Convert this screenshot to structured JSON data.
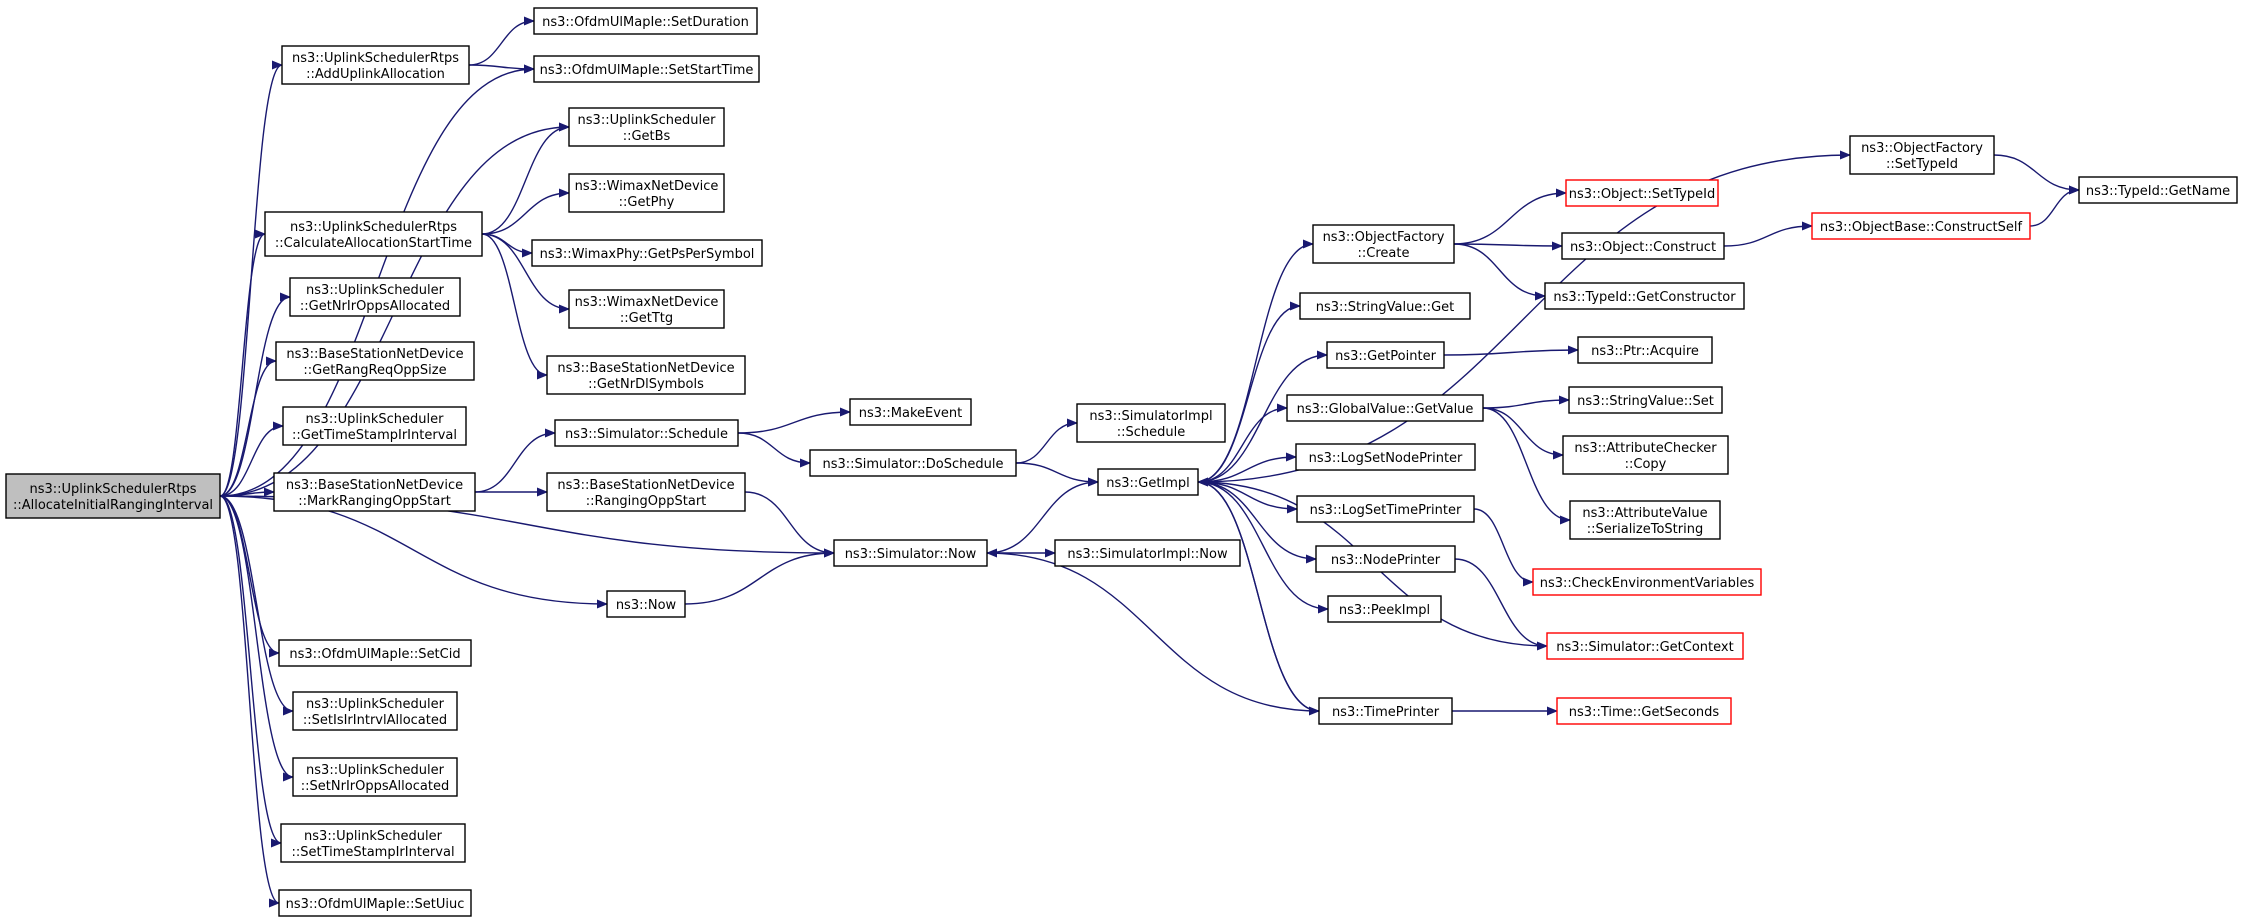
{
  "colors": {
    "edge": "#191970",
    "root_fill": "#bfbfbf",
    "red_border": "#ff0000"
  },
  "nodes": [
    {
      "id": "root",
      "lines": [
        "ns3::UplinkSchedulerRtps",
        "::AllocateInitialRangingInterval"
      ],
      "root": true
    },
    {
      "id": "addUplink",
      "lines": [
        "ns3::UplinkSchedulerRtps",
        "::AddUplinkAllocation"
      ]
    },
    {
      "id": "setDuration",
      "lines": [
        "ns3::OfdmUlMapIe::SetDuration"
      ]
    },
    {
      "id": "setStartTime",
      "lines": [
        "ns3::OfdmUlMapIe::SetStartTime"
      ]
    },
    {
      "id": "getBs",
      "lines": [
        "ns3::UplinkScheduler",
        "::GetBs"
      ]
    },
    {
      "id": "calcAlloc",
      "lines": [
        "ns3::UplinkSchedulerRtps",
        "::CalculateAllocationStartTime"
      ]
    },
    {
      "id": "getPhy",
      "lines": [
        "ns3::WimaxNetDevice",
        "::GetPhy"
      ]
    },
    {
      "id": "getPsPerSymbol",
      "lines": [
        "ns3::WimaxPhy::GetPsPerSymbol"
      ]
    },
    {
      "id": "getTtg",
      "lines": [
        "ns3::WimaxNetDevice",
        "::GetTtg"
      ]
    },
    {
      "id": "getNrDlSymbols",
      "lines": [
        "ns3::BaseStationNetDevice",
        "::GetNrDlSymbols"
      ]
    },
    {
      "id": "getNrIrOpps",
      "lines": [
        "ns3::UplinkScheduler",
        "::GetNrIrOppsAllocated"
      ]
    },
    {
      "id": "getRangReq",
      "lines": [
        "ns3::BaseStationNetDevice",
        "::GetRangReqOppSize"
      ]
    },
    {
      "id": "getTimeStamp",
      "lines": [
        "ns3::UplinkScheduler",
        "::GetTimeStampIrInterval"
      ]
    },
    {
      "id": "markRanging",
      "lines": [
        "ns3::BaseStationNetDevice",
        "::MarkRangingOppStart"
      ]
    },
    {
      "id": "schedule",
      "lines": [
        "ns3::Simulator::Schedule"
      ]
    },
    {
      "id": "rangingOpp",
      "lines": [
        "ns3::BaseStationNetDevice",
        "::RangingOppStart"
      ]
    },
    {
      "id": "makeEvent",
      "lines": [
        "ns3::MakeEvent"
      ]
    },
    {
      "id": "doSchedule",
      "lines": [
        "ns3::Simulator::DoSchedule"
      ]
    },
    {
      "id": "implSchedule",
      "lines": [
        "ns3::SimulatorImpl",
        "::Schedule"
      ]
    },
    {
      "id": "getImpl",
      "lines": [
        "ns3::GetImpl"
      ]
    },
    {
      "id": "simNow",
      "lines": [
        "ns3::Simulator::Now"
      ]
    },
    {
      "id": "implNow",
      "lines": [
        "ns3::SimulatorImpl::Now"
      ]
    },
    {
      "id": "ns3Now",
      "lines": [
        "ns3::Now"
      ]
    },
    {
      "id": "setCid",
      "lines": [
        "ns3::OfdmUlMapIe::SetCid"
      ]
    },
    {
      "id": "setIsIr",
      "lines": [
        "ns3::UplinkScheduler",
        "::SetIsIrIntrvlAllocated"
      ]
    },
    {
      "id": "setNrIrOpps",
      "lines": [
        "ns3::UplinkScheduler",
        "::SetNrIrOppsAllocated"
      ]
    },
    {
      "id": "setTimeStamp",
      "lines": [
        "ns3::UplinkScheduler",
        "::SetTimeStampIrInterval"
      ]
    },
    {
      "id": "setUiuc",
      "lines": [
        "ns3::OfdmUlMapIe::SetUiuc"
      ]
    },
    {
      "id": "ofCreate",
      "lines": [
        "ns3::ObjectFactory",
        "::Create"
      ]
    },
    {
      "id": "ofSetTypeId",
      "lines": [
        "ns3::ObjectFactory",
        "::SetTypeId"
      ]
    },
    {
      "id": "typeIdGetName",
      "lines": [
        "ns3::TypeId::GetName"
      ]
    },
    {
      "id": "objSetTypeId",
      "lines": [
        "ns3::Object::SetTypeId"
      ],
      "red": true
    },
    {
      "id": "objConstruct",
      "lines": [
        "ns3::Object::Construct"
      ]
    },
    {
      "id": "constructSelf",
      "lines": [
        "ns3::ObjectBase::ConstructSelf"
      ],
      "red": true
    },
    {
      "id": "getConstructor",
      "lines": [
        "ns3::TypeId::GetConstructor"
      ]
    },
    {
      "id": "strGet",
      "lines": [
        "ns3::StringValue::Get"
      ]
    },
    {
      "id": "getPointer",
      "lines": [
        "ns3::GetPointer"
      ]
    },
    {
      "id": "ptrAcquire",
      "lines": [
        "ns3::Ptr::Acquire"
      ]
    },
    {
      "id": "gvGetValue",
      "lines": [
        "ns3::GlobalValue::GetValue"
      ]
    },
    {
      "id": "strSet",
      "lines": [
        "ns3::StringValue::Set"
      ]
    },
    {
      "id": "acCopy",
      "lines": [
        "ns3::AttributeChecker",
        "::Copy"
      ]
    },
    {
      "id": "avSerialize",
      "lines": [
        "ns3::AttributeValue",
        "::SerializeToString"
      ]
    },
    {
      "id": "logNode",
      "lines": [
        "ns3::LogSetNodePrinter"
      ]
    },
    {
      "id": "logTime",
      "lines": [
        "ns3::LogSetTimePrinter"
      ]
    },
    {
      "id": "checkEnv",
      "lines": [
        "ns3::CheckEnvironmentVariables"
      ],
      "red": true
    },
    {
      "id": "nodePrinter",
      "lines": [
        "ns3::NodePrinter"
      ]
    },
    {
      "id": "getContext",
      "lines": [
        "ns3::Simulator::GetContext"
      ],
      "red": true
    },
    {
      "id": "peekImpl",
      "lines": [
        "ns3::PeekImpl"
      ]
    },
    {
      "id": "timePrinter",
      "lines": [
        "ns3::TimePrinter"
      ]
    },
    {
      "id": "getSeconds",
      "lines": [
        "ns3::Time::GetSeconds"
      ],
      "red": true
    }
  ],
  "edges": [
    [
      "root",
      "addUplink"
    ],
    [
      "root",
      "setStartTime"
    ],
    [
      "root",
      "getBs"
    ],
    [
      "root",
      "calcAlloc"
    ],
    [
      "root",
      "getNrIrOpps"
    ],
    [
      "root",
      "getRangReq"
    ],
    [
      "root",
      "getTimeStamp"
    ],
    [
      "root",
      "markRanging"
    ],
    [
      "root",
      "simNow"
    ],
    [
      "root",
      "ns3Now"
    ],
    [
      "root",
      "setCid"
    ],
    [
      "root",
      "setIsIr"
    ],
    [
      "root",
      "setNrIrOpps"
    ],
    [
      "root",
      "setTimeStamp"
    ],
    [
      "root",
      "setUiuc"
    ],
    [
      "addUplink",
      "setDuration"
    ],
    [
      "addUplink",
      "setStartTime"
    ],
    [
      "calcAlloc",
      "getBs"
    ],
    [
      "calcAlloc",
      "getPhy"
    ],
    [
      "calcAlloc",
      "getPsPerSymbol"
    ],
    [
      "calcAlloc",
      "getTtg"
    ],
    [
      "calcAlloc",
      "getNrDlSymbols"
    ],
    [
      "markRanging",
      "schedule"
    ],
    [
      "markRanging",
      "rangingOpp"
    ],
    [
      "schedule",
      "makeEvent"
    ],
    [
      "schedule",
      "doSchedule"
    ],
    [
      "rangingOpp",
      "simNow"
    ],
    [
      "doSchedule",
      "implSchedule"
    ],
    [
      "doSchedule",
      "getImpl"
    ],
    [
      "simNow",
      "getImpl"
    ],
    [
      "simNow",
      "implNow"
    ],
    [
      "ns3Now",
      "simNow"
    ],
    [
      "getImpl",
      "ofSetTypeId"
    ],
    [
      "getImpl",
      "ofCreate"
    ],
    [
      "getImpl",
      "strGet"
    ],
    [
      "getImpl",
      "getPointer"
    ],
    [
      "getImpl",
      "gvGetValue"
    ],
    [
      "getImpl",
      "logNode"
    ],
    [
      "getImpl",
      "logTime"
    ],
    [
      "getImpl",
      "nodePrinter"
    ],
    [
      "getImpl",
      "peekImpl"
    ],
    [
      "getImpl",
      "timePrinter"
    ],
    [
      "ofSetTypeId",
      "typeIdGetName"
    ],
    [
      "ofCreate",
      "objSetTypeId"
    ],
    [
      "ofCreate",
      "objConstruct"
    ],
    [
      "ofCreate",
      "getConstructor"
    ],
    [
      "objConstruct",
      "constructSelf"
    ],
    [
      "constructSelf",
      "typeIdGetName"
    ],
    [
      "getPointer",
      "ptrAcquire"
    ],
    [
      "gvGetValue",
      "strSet"
    ],
    [
      "gvGetValue",
      "acCopy"
    ],
    [
      "gvGetValue",
      "avSerialize"
    ],
    [
      "logTime",
      "checkEnv"
    ],
    [
      "nodePrinter",
      "getContext"
    ],
    [
      "getContext",
      "getImpl"
    ],
    [
      "timePrinter",
      "getImpl"
    ],
    [
      "timePrinter",
      "simNow"
    ],
    [
      "timePrinter",
      "getSeconds"
    ]
  ]
}
